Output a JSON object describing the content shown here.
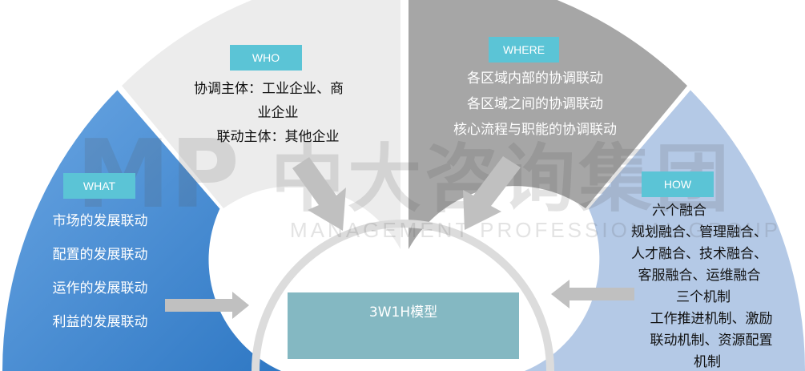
{
  "watermark": {
    "logo": "MP",
    "chinese": "中大咨询集团",
    "english": "MANAGEMENT PROFESSIONAL GROUP"
  },
  "who": {
    "badge": "WHO",
    "lines": [
      "协调主体：工业企业、商",
      "业企业",
      "联动主体：其他企业"
    ]
  },
  "where": {
    "badge": "WHERE",
    "lines": [
      "各区域内部的协调联动",
      "各区域之间的协调联动",
      "核心流程与职能的协调联动"
    ]
  },
  "what": {
    "badge": "WHAT",
    "lines": [
      "市场的发展联动",
      "配置的发展联动",
      "运作的发展联动",
      "利益的发展联动"
    ]
  },
  "how": {
    "badge": "HOW",
    "lines": [
      "六个融合",
      "规划融合、管理融合、",
      "人才融合、技术融合、",
      "客服融合、运维融合",
      "三个机制",
      "工作推进机制、激励",
      "联动机制、资源配置",
      "机制"
    ]
  },
  "center": {
    "label": "3W1H模型"
  },
  "colors": {
    "what": "#3d85cc",
    "who": "#ececec",
    "where": "#a6a6a6",
    "how": "#b4c9e6",
    "badge": "#5bc4d6",
    "center": "#84b8c2",
    "arrow": "#c0c0c0"
  }
}
